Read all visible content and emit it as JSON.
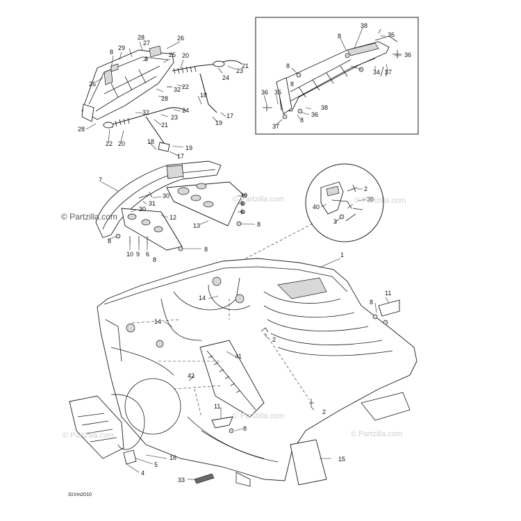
{
  "watermark_main": "© Partzilla.com",
  "watermark_text": "© Partzilla.com",
  "drawing_code": "31Vm2010",
  "callouts": [
    "28",
    "26",
    "27",
    "29",
    "8",
    "25",
    "8",
    "20",
    "21",
    "23",
    "24",
    "26",
    "22",
    "32",
    "28",
    "18",
    "24",
    "32",
    "23",
    "21",
    "17",
    "19",
    "28",
    "22",
    "20",
    "18",
    "17",
    "19",
    "38",
    "36",
    "8",
    "36",
    "8",
    "34",
    "37",
    "8",
    "36",
    "35",
    "8",
    "36",
    "38",
    "37",
    "7",
    "10",
    "9",
    "6",
    "31",
    "30",
    "8",
    "30",
    "12",
    "13",
    "8",
    "8",
    "10",
    "9",
    "6",
    "8",
    "2",
    "39",
    "40",
    "3",
    "1",
    "14",
    "14",
    "11",
    "8",
    "2",
    "41",
    "42",
    "2",
    "11",
    "8",
    "16",
    "5",
    "4",
    "15",
    "33"
  ]
}
